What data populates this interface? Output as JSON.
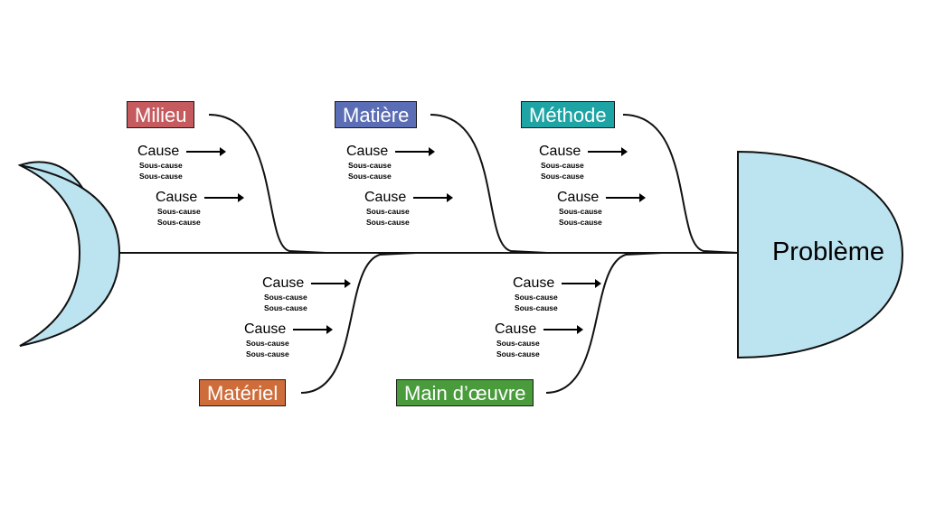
{
  "problem": "Problème",
  "colors": {
    "milieu": "#c55a5f",
    "matiere": "#5b6db5",
    "methode": "#1ea4a4",
    "materiel": "#cf6d3a",
    "main_oeuvre": "#4a9b3c",
    "head_fill": "#bce3f0"
  },
  "categories": {
    "milieu": "Milieu",
    "matiere": "Matière",
    "methode": "Méthode",
    "materiel": "Matériel",
    "main_oeuvre": "Main d’œuvre"
  },
  "cause_label": "Cause",
  "sub_cause_label": "Sous-cause"
}
